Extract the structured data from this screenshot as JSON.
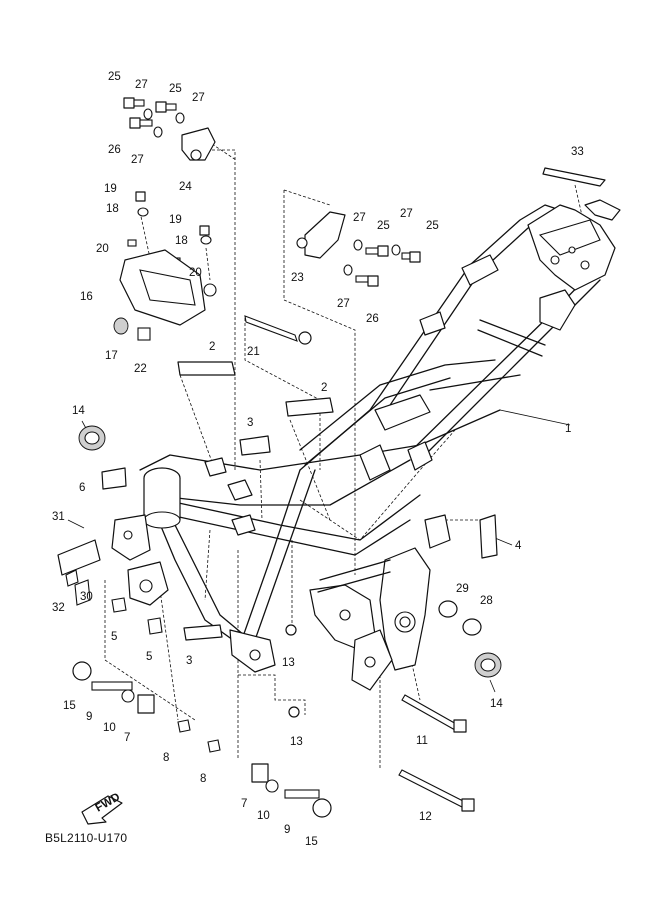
{
  "diagram": {
    "code": "B5L2110-U170",
    "fwd_label": "FWD",
    "callouts": {
      "c1": "1",
      "c2a": "2",
      "c2b": "2",
      "c3a": "3",
      "c3b": "3",
      "c4": "4",
      "c5a": "5",
      "c5b": "5",
      "c6": "6",
      "c7a": "7",
      "c7b": "7",
      "c8a": "8",
      "c8b": "8",
      "c9a": "9",
      "c9b": "9",
      "c10a": "10",
      "c10b": "10",
      "c11": "11",
      "c12": "12",
      "c13a": "13",
      "c13b": "13",
      "c14a": "14",
      "c14b": "14",
      "c15a": "15",
      "c15b": "15",
      "c16": "16",
      "c17": "17",
      "c18a": "18",
      "c18b": "18",
      "c19a": "19",
      "c19b": "19",
      "c20a": "20",
      "c20b": "20",
      "c21": "21",
      "c22": "22",
      "c23": "23",
      "c24": "24",
      "c25a": "25",
      "c25b": "25",
      "c25c": "25",
      "c25d": "25",
      "c26a": "26",
      "c26b": "26",
      "c27a": "27",
      "c27b": "27",
      "c27c": "27",
      "c27d": "27",
      "c27e": "27",
      "c27f": "27",
      "c28": "28",
      "c29": "29",
      "c30": "30",
      "c31": "31",
      "c32": "32",
      "c33": "33"
    }
  }
}
